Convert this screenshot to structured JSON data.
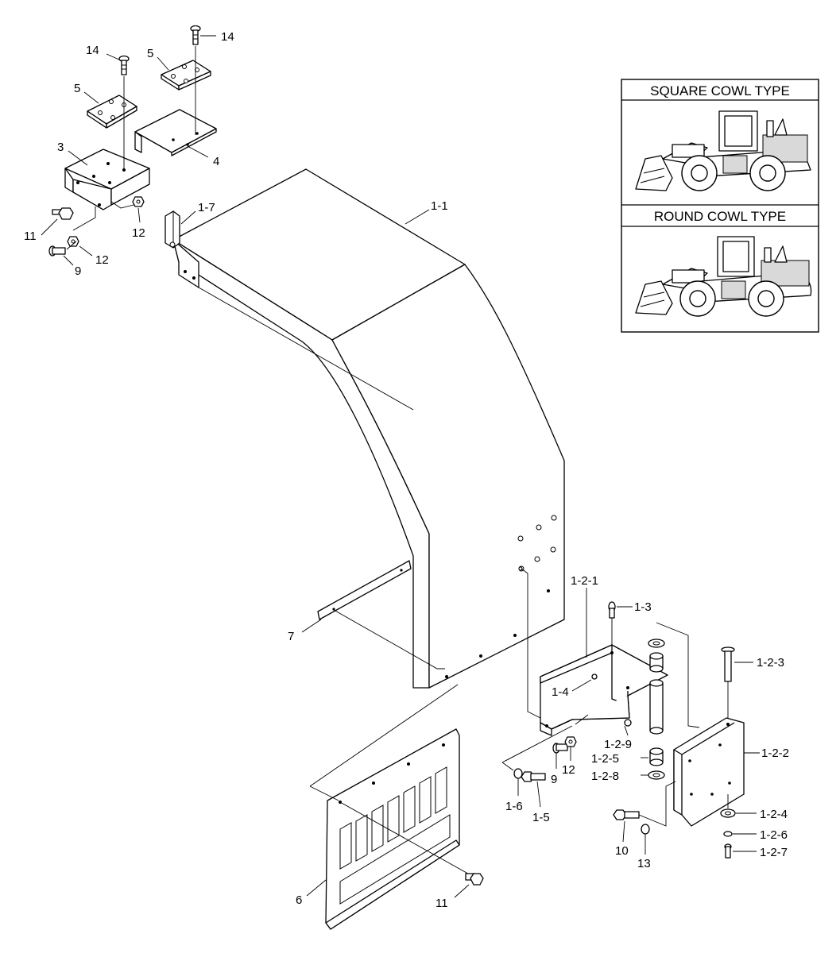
{
  "inset": {
    "square_title": "SQUARE COWL TYPE",
    "round_title": "ROUND COWL TYPE"
  },
  "labels": [
    {
      "id": "14a",
      "text": "14"
    },
    {
      "id": "14b",
      "text": "14"
    },
    {
      "id": "5a",
      "text": "5"
    },
    {
      "id": "5b",
      "text": "5"
    },
    {
      "id": "3",
      "text": "3"
    },
    {
      "id": "4",
      "text": "4"
    },
    {
      "id": "11a",
      "text": "11"
    },
    {
      "id": "12a",
      "text": "12"
    },
    {
      "id": "12b",
      "text": "12"
    },
    {
      "id": "9a",
      "text": "9"
    },
    {
      "id": "1-7",
      "text": "1-7"
    },
    {
      "id": "1-1",
      "text": "1-1"
    },
    {
      "id": "7",
      "text": "7"
    },
    {
      "id": "1-2-1",
      "text": "1-2-1"
    },
    {
      "id": "1-3",
      "text": "1-3"
    },
    {
      "id": "1-2-3",
      "text": "1-2-3"
    },
    {
      "id": "1-4",
      "text": "1-4"
    },
    {
      "id": "1-2-9",
      "text": "1-2-9"
    },
    {
      "id": "1-2-5",
      "text": "1-2-5"
    },
    {
      "id": "1-2-8",
      "text": "1-2-8"
    },
    {
      "id": "1-2-2",
      "text": "1-2-2"
    },
    {
      "id": "9b",
      "text": "9"
    },
    {
      "id": "12c",
      "text": "12"
    },
    {
      "id": "1-6",
      "text": "1-6"
    },
    {
      "id": "1-5",
      "text": "1-5"
    },
    {
      "id": "1-2-4",
      "text": "1-2-4"
    },
    {
      "id": "1-2-6",
      "text": "1-2-6"
    },
    {
      "id": "1-2-7",
      "text": "1-2-7"
    },
    {
      "id": "10",
      "text": "10"
    },
    {
      "id": "13",
      "text": "13"
    },
    {
      "id": "6",
      "text": "6"
    },
    {
      "id": "11b",
      "text": "11"
    }
  ]
}
